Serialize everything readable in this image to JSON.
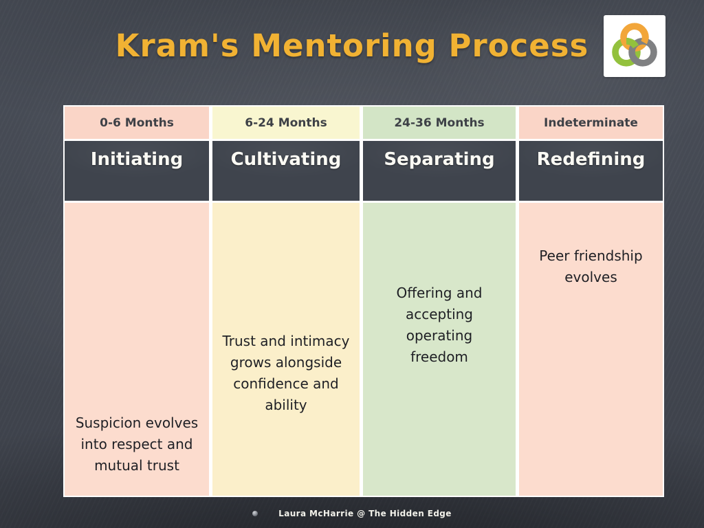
{
  "slide": {
    "title": "Kram's Mentoring Process",
    "title_color": "#f1b233",
    "background_color": "#474c55",
    "footer_text": "Laura McHarrie @ The Hidden Edge"
  },
  "logo": {
    "name": "interlocking-rings-logo",
    "ring_colors": {
      "top": "#f2a63a",
      "right": "#7f8082",
      "left": "#93c13d"
    },
    "background": "#ffffff"
  },
  "table": {
    "columns": [
      {
        "period": "0-6 Months",
        "stage": "Initiating",
        "description": "Suspicion evolves into respect and mutual trust",
        "header_color": "#fad5c7",
        "body_color": "#fcdcce"
      },
      {
        "period": "6-24 Months",
        "stage": "Cultivating",
        "description": "Trust and intimacy grows alongside confidence and ability",
        "header_color": "#f9f6d0",
        "body_color": "#fbefca"
      },
      {
        "period": "24-36 Months",
        "stage": "Separating",
        "description": "Offering and accepting operating freedom",
        "header_color": "#d3e5c6",
        "body_color": "#d8e7ca"
      },
      {
        "period": "Indeterminate",
        "stage": "Redefining",
        "description": "Peer friendship evolves",
        "header_color": "#fad5c7",
        "body_color": "#fcdcce"
      }
    ],
    "stage_row_color": "#3f444d",
    "border_color": "#ffffff"
  }
}
